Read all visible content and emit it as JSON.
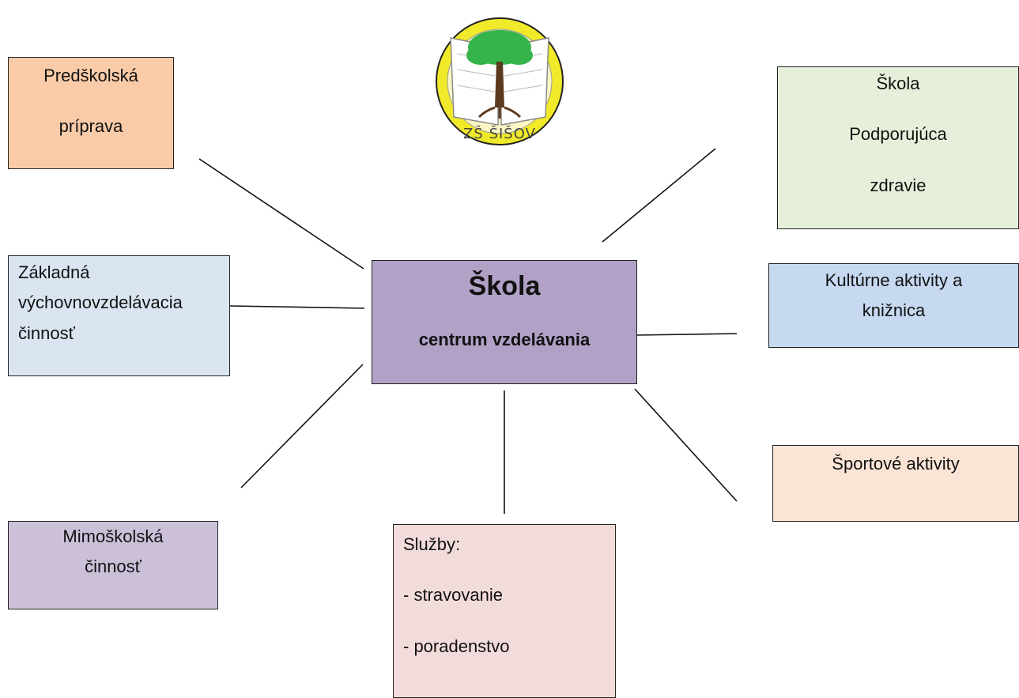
{
  "colors": {
    "preschool_fill": "#f9cba8",
    "health_fill": "#e6efda",
    "basic_fill": "#dbe5f1",
    "center_fill": "#b2a1c7",
    "culture_fill": "#c6d9f0",
    "sport_fill": "#fbe4d5",
    "extracurricular_fill": "#ccc0d9",
    "services_fill": "#f2dcdb",
    "connector": "#111111",
    "logo_ring": "#f1ea2a",
    "tree_canopy": "#34b44a",
    "tree_trunk": "#5c3a1f"
  },
  "logo": {
    "text": "ZŠ ŠIŠOV",
    "icon": "school-tree-book-logo"
  },
  "center": {
    "title": "Škola",
    "subtitle": "centrum vzdelávania"
  },
  "nodes": {
    "preschool": [
      "Predškolská",
      "príprava"
    ],
    "health": [
      "Škola",
      "Podporujúca",
      "zdravie"
    ],
    "basic": [
      "Základná",
      "výchovnovzdelávacia",
      "činnosť"
    ],
    "culture": [
      "Kultúrne aktivity a",
      "knižnica"
    ],
    "sport": [
      "Športové aktivity"
    ],
    "extracurricular": [
      "Mimoškolská",
      "činnosť"
    ],
    "services": [
      "Služby:",
      "- stravovanie",
      "- poradenstvo"
    ]
  }
}
